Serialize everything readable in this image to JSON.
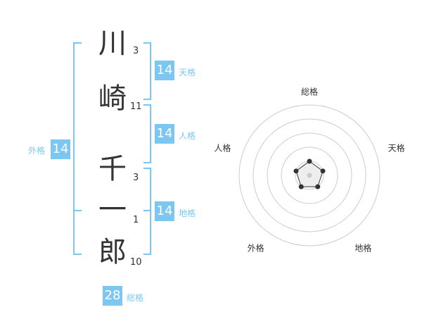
{
  "name_chars": [
    {
      "char": "川",
      "strokes": "3"
    },
    {
      "char": "崎",
      "strokes": "11"
    },
    {
      "char": "千",
      "strokes": "3"
    },
    {
      "char": "一",
      "strokes": "1"
    },
    {
      "char": "郎",
      "strokes": "10"
    }
  ],
  "kaku": {
    "tenkaku": {
      "label": "天格",
      "value": "14"
    },
    "jinkaku": {
      "label": "人格",
      "value": "14"
    },
    "chikaku": {
      "label": "地格",
      "value": "14"
    },
    "gaikaku": {
      "label": "外格",
      "value": "14"
    },
    "soukaku": {
      "label": "総格",
      "value": "28"
    }
  },
  "chart_data": {
    "type": "radar",
    "axes": [
      "総格",
      "天格",
      "地格",
      "外格",
      "人格"
    ],
    "values": [
      1,
      1,
      1,
      1,
      1
    ],
    "range": [
      0,
      5
    ],
    "rings": 5,
    "colors": {
      "ring": "#cccccc",
      "line": "#333333",
      "fill": "#eeeeee",
      "accent": "#7cc7f2"
    }
  }
}
